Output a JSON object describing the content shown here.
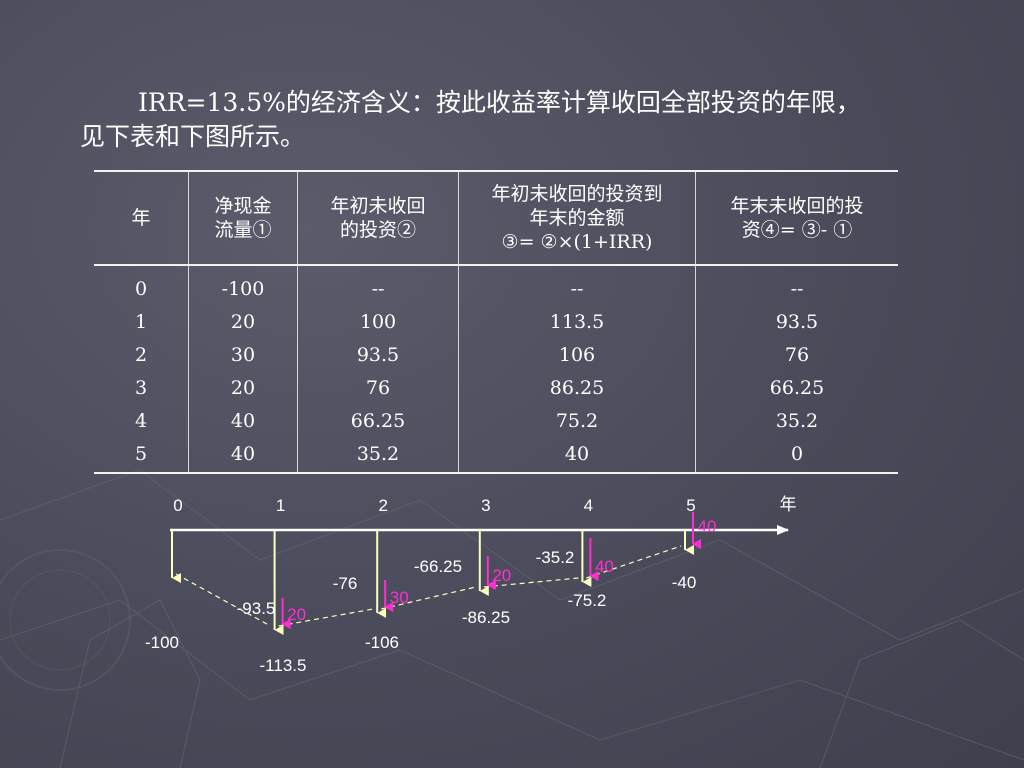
{
  "intro": {
    "line1": "IRR=13.5%的经济含义：按此收益率计算收回全部投资的年限，",
    "line2": "见下表和下图所示。"
  },
  "table": {
    "headers": [
      [
        "年"
      ],
      [
        "净现金",
        "流量①"
      ],
      [
        "年初未收回",
        "的投资②"
      ],
      [
        "年初未收回的投资到",
        "年末的金额",
        "③= ②×(1+IRR)"
      ],
      [
        "年末未收回的投",
        "资④= ③- ①"
      ]
    ],
    "rows": [
      [
        "0",
        "-100",
        "--",
        "--",
        "--"
      ],
      [
        "1",
        "20",
        "100",
        "113.5",
        "93.5"
      ],
      [
        "2",
        "30",
        "93.5",
        "106",
        "76"
      ],
      [
        "3",
        "20",
        "76",
        "86.25",
        "66.25"
      ],
      [
        "4",
        "40",
        "66.25",
        "75.2",
        "35.2"
      ],
      [
        "5",
        "40",
        "35.2",
        "40",
        "0"
      ]
    ]
  },
  "diagram": {
    "year_labels": [
      "0",
      "1",
      "2",
      "3",
      "4",
      "5"
    ],
    "axis_unit": "年",
    "inflows": [
      {
        "year": 1,
        "label": "20"
      },
      {
        "year": 2,
        "label": "30"
      },
      {
        "year": 3,
        "label": "20"
      },
      {
        "year": 4,
        "label": "40"
      },
      {
        "year": 5,
        "label": "40"
      }
    ],
    "outflows": [
      {
        "year": 0,
        "label": "-100"
      },
      {
        "year": 1,
        "label": "-113.5"
      },
      {
        "year": 2,
        "label": "-106"
      },
      {
        "year": 3,
        "label": "-86.25"
      },
      {
        "year": 4,
        "label": "-75.2"
      },
      {
        "year": 5,
        "label": "-40"
      }
    ],
    "remaining": [
      {
        "year": 1,
        "label": "-93.5"
      },
      {
        "year": 2,
        "label": "-76"
      },
      {
        "year": 3,
        "label": "-66.25"
      },
      {
        "year": 4,
        "label": "-35.2"
      }
    ],
    "colors": {
      "axis": "#ffffff",
      "inflow": "#ff2ed0",
      "outflow": "#fdfdc0",
      "text": "#ffffff",
      "background": "#4a4b5a"
    }
  }
}
